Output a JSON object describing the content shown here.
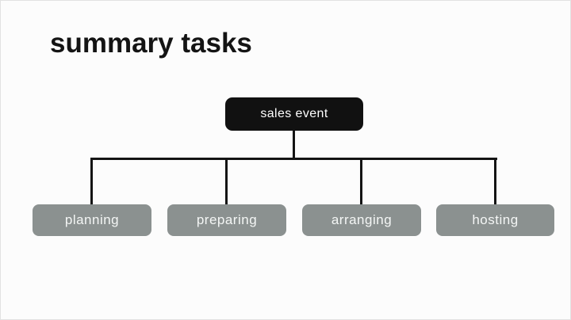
{
  "title": "summary tasks",
  "diagram": {
    "root": {
      "label": "sales event"
    },
    "children": [
      {
        "label": "planning"
      },
      {
        "label": "preparing"
      },
      {
        "label": "arranging"
      },
      {
        "label": "hosting"
      }
    ]
  },
  "colors": {
    "background": "#fcfcfc",
    "canvas_border": "#e2e2e2",
    "title_text": "#141414",
    "root_box": "#111111",
    "root_text": "#ffffff",
    "child_box": "#8B9190",
    "child_text": "#F4F6F5",
    "connector_line": "#141414"
  }
}
